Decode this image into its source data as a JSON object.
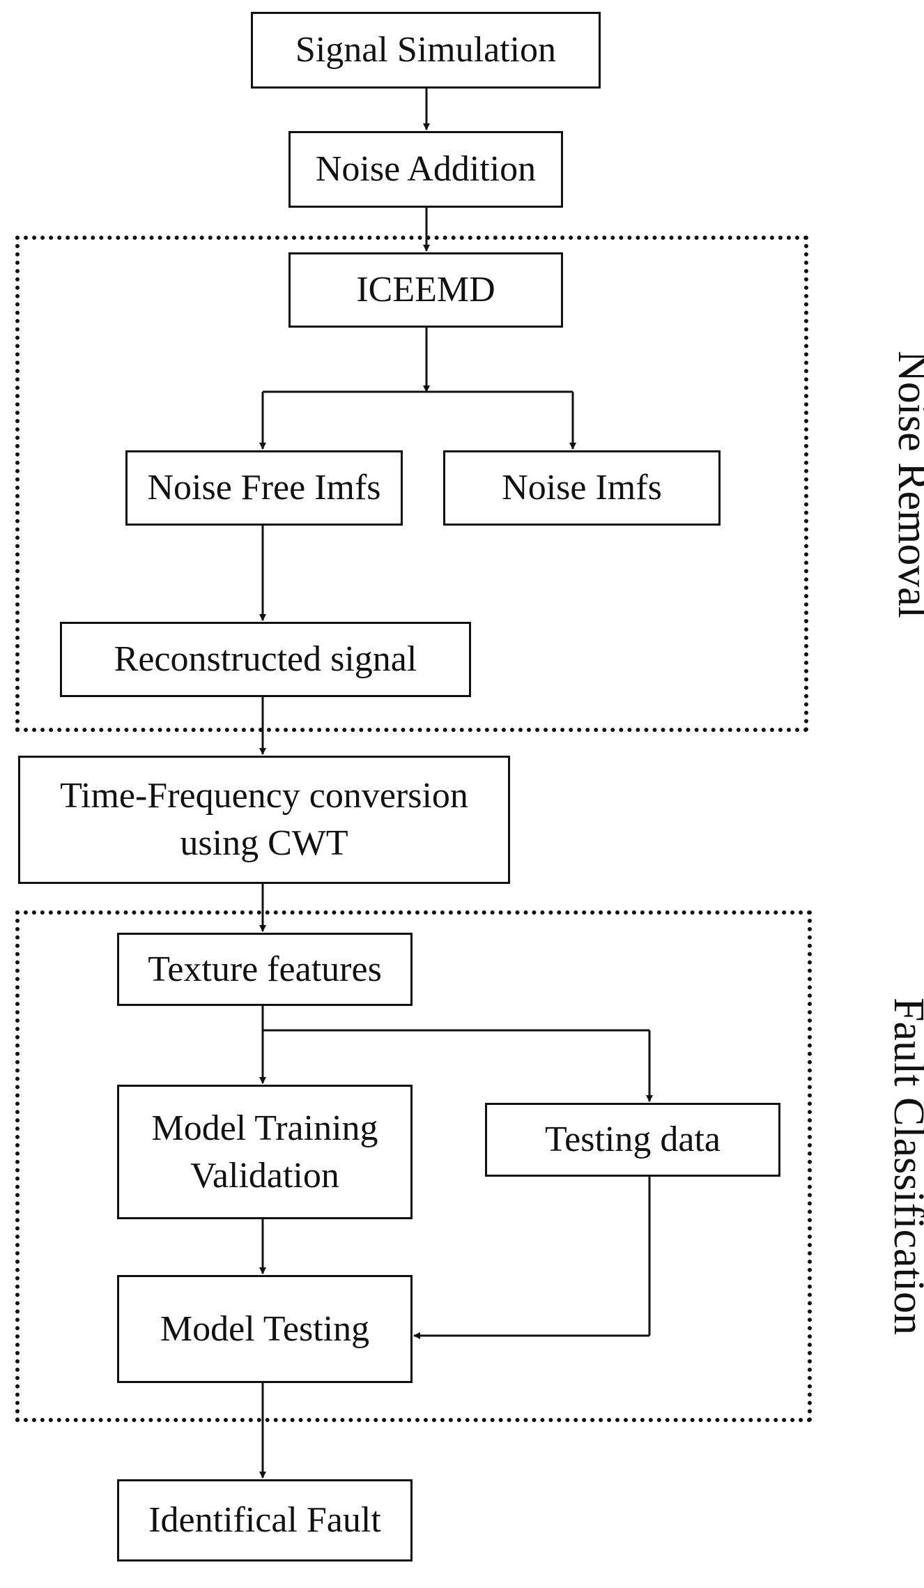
{
  "diagram": {
    "nodes": {
      "signal_simulation": "Signal Simulation",
      "noise_addition": "Noise Addition",
      "iceemd": "ICEEMD",
      "noise_free_imfs": "Noise Free Imfs",
      "noise_imfs": "Noise Imfs",
      "reconstructed_signal": "Reconstructed signal",
      "time_frequency": "Time-Frequency conversion\nusing CWT",
      "texture_features": "Texture features",
      "model_training": "Model Training\nValidation",
      "testing_data": "Testing data",
      "model_testing": "Model Testing",
      "identifical_fault": "Identifical Fault"
    },
    "groups": {
      "noise_removal": "Noise Removal",
      "fault_classification": "Fault Classification"
    },
    "edges": [
      [
        "signal_simulation",
        "noise_addition"
      ],
      [
        "noise_addition",
        "iceemd"
      ],
      [
        "iceemd",
        "noise_free_imfs"
      ],
      [
        "iceemd",
        "noise_imfs"
      ],
      [
        "noise_free_imfs",
        "reconstructed_signal"
      ],
      [
        "reconstructed_signal",
        "time_frequency"
      ],
      [
        "time_frequency",
        "texture_features"
      ],
      [
        "texture_features",
        "model_training"
      ],
      [
        "texture_features",
        "testing_data"
      ],
      [
        "model_training",
        "model_testing"
      ],
      [
        "testing_data",
        "model_testing"
      ],
      [
        "model_testing",
        "identifical_fault"
      ]
    ]
  }
}
